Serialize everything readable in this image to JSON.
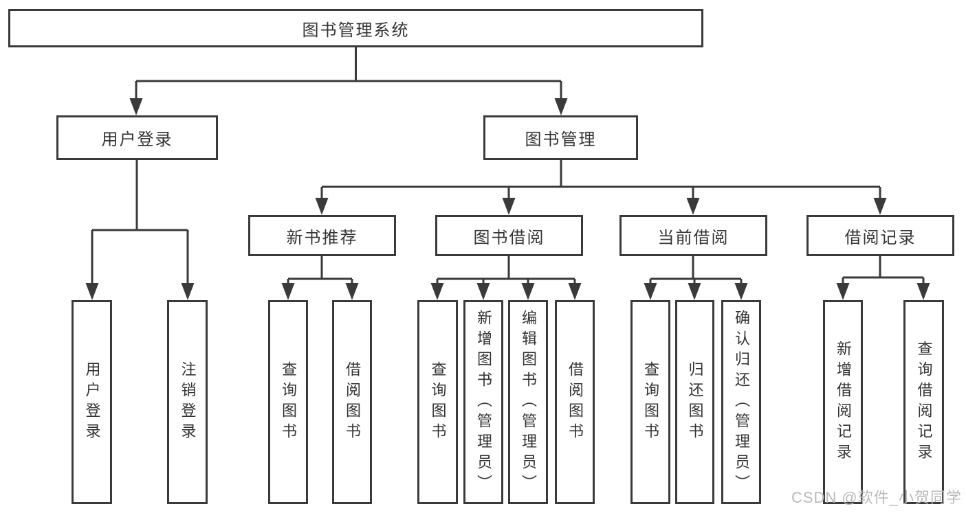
{
  "background": "#ffffff",
  "line_color": "#3a3a3a",
  "tree": {
    "root": "图书管理系统",
    "branches": {
      "user": {
        "label": "用户登录",
        "children": [
          "用户登录",
          "注销登录"
        ]
      },
      "mgmt": {
        "label": "图书管理",
        "sub": {
          "recommend": {
            "label": "新书推荐",
            "children": [
              "查询图书",
              "借阅图书"
            ]
          },
          "borrow": {
            "label": "图书借阅",
            "children": [
              "查询图书",
              "新增图书（管理员）",
              "编辑图书（管理员）",
              "借阅图书"
            ]
          },
          "current": {
            "label": "当前借阅",
            "children": [
              "查询图书",
              "归还图书",
              "确认归还（管理员）"
            ]
          },
          "records": {
            "label": "借阅记录",
            "children": [
              "新增借阅记录",
              "查询借阅记录"
            ]
          }
        }
      }
    }
  },
  "watermark": {
    "text": "CSDN @软件_小贺同学",
    "color": "#b9b9b9"
  }
}
